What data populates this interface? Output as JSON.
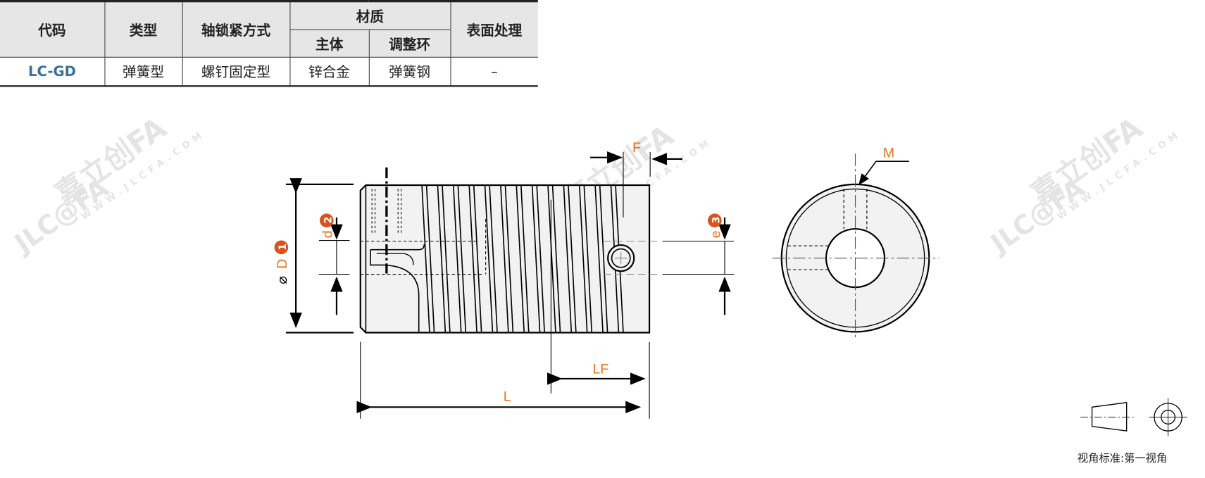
{
  "table": {
    "headers": {
      "code": "代码",
      "type": "类型",
      "lock": "轴锁紧方式",
      "material": "材质",
      "material_body": "主体",
      "material_ring": "调整环",
      "surface": "表面处理"
    },
    "row": {
      "code": "LC-GD",
      "type": "弹簧型",
      "lock": "螺钉固定型",
      "material_body": "锌合金",
      "material_ring": "弹簧钢",
      "surface": "–"
    }
  },
  "drawing": {
    "labels": {
      "D": "⌀D",
      "D_num": "1",
      "d": "d",
      "d_num": "2",
      "e": "e",
      "e_num": "3",
      "F": "F",
      "M": "M",
      "LF": "LF",
      "L": "L"
    },
    "watermark": {
      "brand": "JLC@FA",
      "cn": "嘉立创FA",
      "url": "WWW.JLCFA.COM"
    },
    "accent_color": "#e5731c",
    "badge_color": "#d9531e"
  },
  "projection_note": "视角标准:第一视角"
}
